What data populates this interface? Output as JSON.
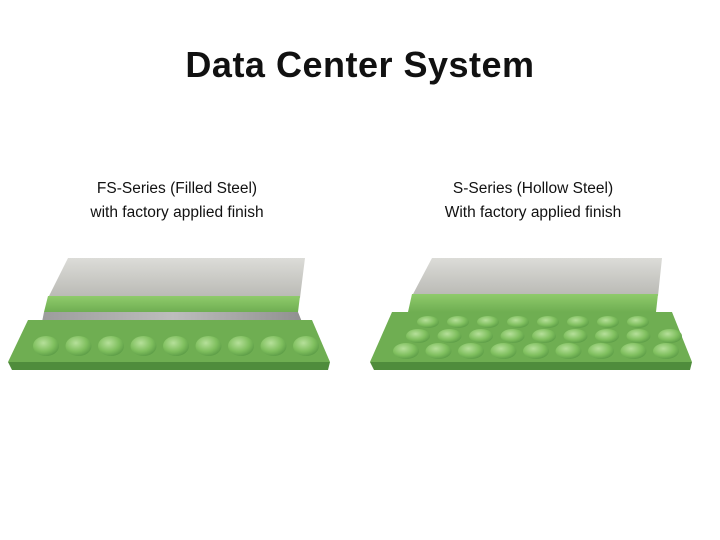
{
  "slide": {
    "title": "Data Center System"
  },
  "panels": [
    {
      "caption_line1": "FS-Series (Filled Steel)",
      "caption_line2": "with factory applied finish",
      "illustration": "filled-steel-floor-panel-cutaway"
    },
    {
      "caption_line1": "S-Series (Hollow Steel)",
      "caption_line2": "With factory applied finish",
      "illustration": "hollow-steel-floor-panel-cutaway"
    }
  ],
  "colors": {
    "tray_green": "#7fbf5e",
    "tray_dark": "#5a9a45",
    "tray_light": "#9fd07d",
    "top_finish": "#c8c8c4",
    "fill_concrete": "#a8a8a8"
  }
}
